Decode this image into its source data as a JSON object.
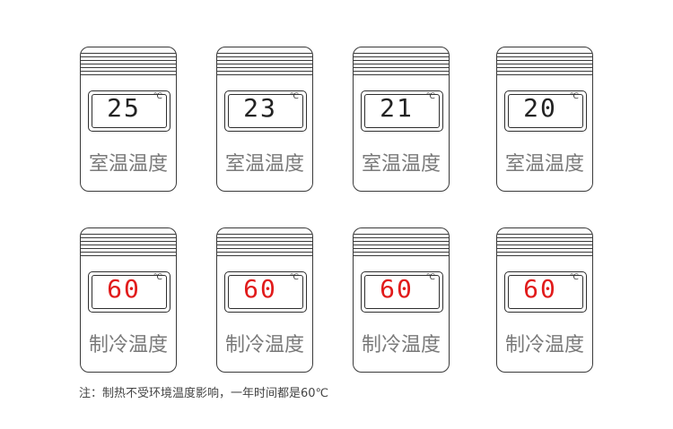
{
  "room_cards": [
    {
      "value": "25",
      "unit": "℃",
      "label": "室温温度"
    },
    {
      "value": "23",
      "unit": "℃",
      "label": "室温温度"
    },
    {
      "value": "21",
      "unit": "℃",
      "label": "室温温度"
    },
    {
      "value": "20",
      "unit": "℃",
      "label": "室温温度"
    }
  ],
  "cool_cards": [
    {
      "value": "60",
      "unit": "℃",
      "label": "制冷温度"
    },
    {
      "value": "60",
      "unit": "℃",
      "label": "制冷温度"
    },
    {
      "value": "60",
      "unit": "℃",
      "label": "制冷温度"
    },
    {
      "value": "60",
      "unit": "℃",
      "label": "制冷温度"
    }
  ],
  "note": "注：制热不受环境温度影响，一年时间都是60℃",
  "colors": {
    "cool_digits": "#e11b1b",
    "room_digits": "#222222"
  }
}
